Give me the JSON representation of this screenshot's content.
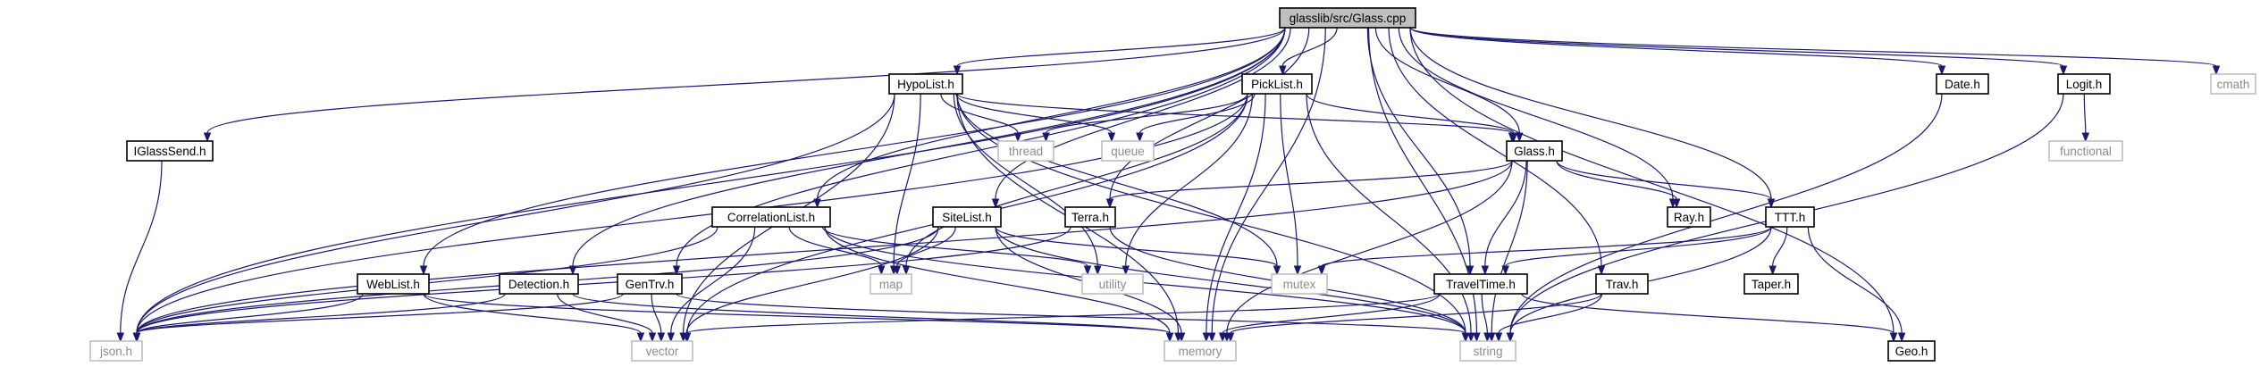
{
  "diagram": {
    "title": "glasslib/src/Glass.cpp",
    "colors": {
      "edge": "#191970",
      "root_fill": "#bfbfbf",
      "node_fill": "#ffffff",
      "node_border": "#000000",
      "external_border": "#bfbfbf",
      "external_text": "#8c8c8c",
      "text": "#000000"
    },
    "nodes": [
      {
        "id": "glass_cpp",
        "label": "glasslib/src/Glass.cpp",
        "kind": "root"
      },
      {
        "id": "hypolist_h",
        "label": "HypoList.h",
        "kind": "header"
      },
      {
        "id": "picklist_h",
        "label": "PickList.h",
        "kind": "header"
      },
      {
        "id": "iglasssend_h",
        "label": "IGlassSend.h",
        "kind": "header"
      },
      {
        "id": "glass_h",
        "label": "Glass.h",
        "kind": "header"
      },
      {
        "id": "date_h",
        "label": "Date.h",
        "kind": "header"
      },
      {
        "id": "logit_h",
        "label": "Logit.h",
        "kind": "header"
      },
      {
        "id": "correlationlist_h",
        "label": "CorrelationList.h",
        "kind": "header"
      },
      {
        "id": "sitelist_h",
        "label": "SiteList.h",
        "kind": "header"
      },
      {
        "id": "terra_h",
        "label": "Terra.h",
        "kind": "header"
      },
      {
        "id": "ray_h",
        "label": "Ray.h",
        "kind": "header"
      },
      {
        "id": "ttt_h",
        "label": "TTT.h",
        "kind": "header"
      },
      {
        "id": "weblist_h",
        "label": "WebList.h",
        "kind": "header"
      },
      {
        "id": "detection_h",
        "label": "Detection.h",
        "kind": "header"
      },
      {
        "id": "gentrv_h",
        "label": "GenTrv.h",
        "kind": "header"
      },
      {
        "id": "traveltime_h",
        "label": "TravelTime.h",
        "kind": "header"
      },
      {
        "id": "trav_h",
        "label": "Trav.h",
        "kind": "header"
      },
      {
        "id": "taper_h",
        "label": "Taper.h",
        "kind": "header"
      },
      {
        "id": "geo_h",
        "label": "Geo.h",
        "kind": "header"
      },
      {
        "id": "json_h",
        "label": "json.h",
        "kind": "external"
      },
      {
        "id": "vector",
        "label": "vector",
        "kind": "external"
      },
      {
        "id": "memory",
        "label": "memory",
        "kind": "external"
      },
      {
        "id": "string",
        "label": "string",
        "kind": "external"
      },
      {
        "id": "map",
        "label": "map",
        "kind": "external"
      },
      {
        "id": "utility",
        "label": "utility",
        "kind": "external"
      },
      {
        "id": "mutex",
        "label": "mutex",
        "kind": "external"
      },
      {
        "id": "thread",
        "label": "thread",
        "kind": "external"
      },
      {
        "id": "queue",
        "label": "queue",
        "kind": "external"
      },
      {
        "id": "cmath",
        "label": "cmath",
        "kind": "external"
      },
      {
        "id": "functional",
        "label": "functional",
        "kind": "external"
      }
    ],
    "edges": [
      [
        "glass_cpp",
        "hypolist_h"
      ],
      [
        "glass_cpp",
        "picklist_h"
      ],
      [
        "glass_cpp",
        "glass_h"
      ],
      [
        "glass_cpp",
        "date_h"
      ],
      [
        "glass_cpp",
        "logit_h"
      ],
      [
        "glass_cpp",
        "cmath"
      ],
      [
        "glass_cpp",
        "iglasssend_h"
      ],
      [
        "glass_cpp",
        "json_h"
      ],
      [
        "glass_cpp",
        "weblist_h"
      ],
      [
        "glass_cpp",
        "detection_h"
      ],
      [
        "glass_cpp",
        "gentrv_h"
      ],
      [
        "glass_cpp",
        "correlationlist_h"
      ],
      [
        "glass_cpp",
        "sitelist_h"
      ],
      [
        "glass_cpp",
        "terra_h"
      ],
      [
        "glass_cpp",
        "ray_h"
      ],
      [
        "glass_cpp",
        "ttt_h"
      ],
      [
        "glass_cpp",
        "traveltime_h"
      ],
      [
        "glass_cpp",
        "trav_h"
      ],
      [
        "glass_cpp",
        "memory"
      ],
      [
        "glass_cpp",
        "string"
      ],
      [
        "glass_cpp",
        "geo_h"
      ],
      [
        "hypolist_h",
        "json_h"
      ],
      [
        "hypolist_h",
        "vector"
      ],
      [
        "hypolist_h",
        "map"
      ],
      [
        "hypolist_h",
        "thread"
      ],
      [
        "hypolist_h",
        "queue"
      ],
      [
        "hypolist_h",
        "glass_h"
      ],
      [
        "hypolist_h",
        "utility"
      ],
      [
        "hypolist_h",
        "memory"
      ],
      [
        "hypolist_h",
        "mutex"
      ],
      [
        "hypolist_h",
        "string"
      ],
      [
        "picklist_h",
        "json_h"
      ],
      [
        "picklist_h",
        "vector"
      ],
      [
        "picklist_h",
        "map"
      ],
      [
        "picklist_h",
        "thread"
      ],
      [
        "picklist_h",
        "queue"
      ],
      [
        "picklist_h",
        "glass_h"
      ],
      [
        "picklist_h",
        "utility"
      ],
      [
        "picklist_h",
        "memory"
      ],
      [
        "picklist_h",
        "mutex"
      ],
      [
        "picklist_h",
        "string"
      ],
      [
        "glass_h",
        "json_h"
      ],
      [
        "glass_h",
        "terra_h"
      ],
      [
        "glass_h",
        "ray_h"
      ],
      [
        "glass_h",
        "ttt_h"
      ],
      [
        "glass_h",
        "traveltime_h"
      ],
      [
        "glass_h",
        "memory"
      ],
      [
        "glass_h",
        "string"
      ],
      [
        "iglasssend_h",
        "json_h"
      ],
      [
        "correlationlist_h",
        "json_h"
      ],
      [
        "correlationlist_h",
        "vector"
      ],
      [
        "correlationlist_h",
        "map"
      ],
      [
        "correlationlist_h",
        "utility"
      ],
      [
        "correlationlist_h",
        "memory"
      ],
      [
        "correlationlist_h",
        "string"
      ],
      [
        "sitelist_h",
        "json_h"
      ],
      [
        "sitelist_h",
        "vector"
      ],
      [
        "sitelist_h",
        "map"
      ],
      [
        "sitelist_h",
        "mutex"
      ],
      [
        "sitelist_h",
        "memory"
      ],
      [
        "sitelist_h",
        "string"
      ],
      [
        "terra_h",
        "json_h"
      ],
      [
        "terra_h",
        "string"
      ],
      [
        "weblist_h",
        "json_h"
      ],
      [
        "weblist_h",
        "vector"
      ],
      [
        "weblist_h",
        "memory"
      ],
      [
        "detection_h",
        "json_h"
      ],
      [
        "detection_h",
        "vector"
      ],
      [
        "detection_h",
        "memory"
      ],
      [
        "gentrv_h",
        "json_h"
      ],
      [
        "gentrv_h",
        "vector"
      ],
      [
        "gentrv_h",
        "string"
      ],
      [
        "ttt_h",
        "traveltime_h"
      ],
      [
        "ttt_h",
        "taper_h"
      ],
      [
        "ttt_h",
        "geo_h"
      ],
      [
        "ttt_h",
        "mutex"
      ],
      [
        "ttt_h",
        "string"
      ],
      [
        "traveltime_h",
        "vector"
      ],
      [
        "traveltime_h",
        "memory"
      ],
      [
        "traveltime_h",
        "string"
      ],
      [
        "traveltime_h",
        "geo_h"
      ],
      [
        "trav_h",
        "memory"
      ],
      [
        "trav_h",
        "string"
      ],
      [
        "date_h",
        "string"
      ],
      [
        "logit_h",
        "functional"
      ],
      [
        "logit_h",
        "string"
      ]
    ]
  }
}
